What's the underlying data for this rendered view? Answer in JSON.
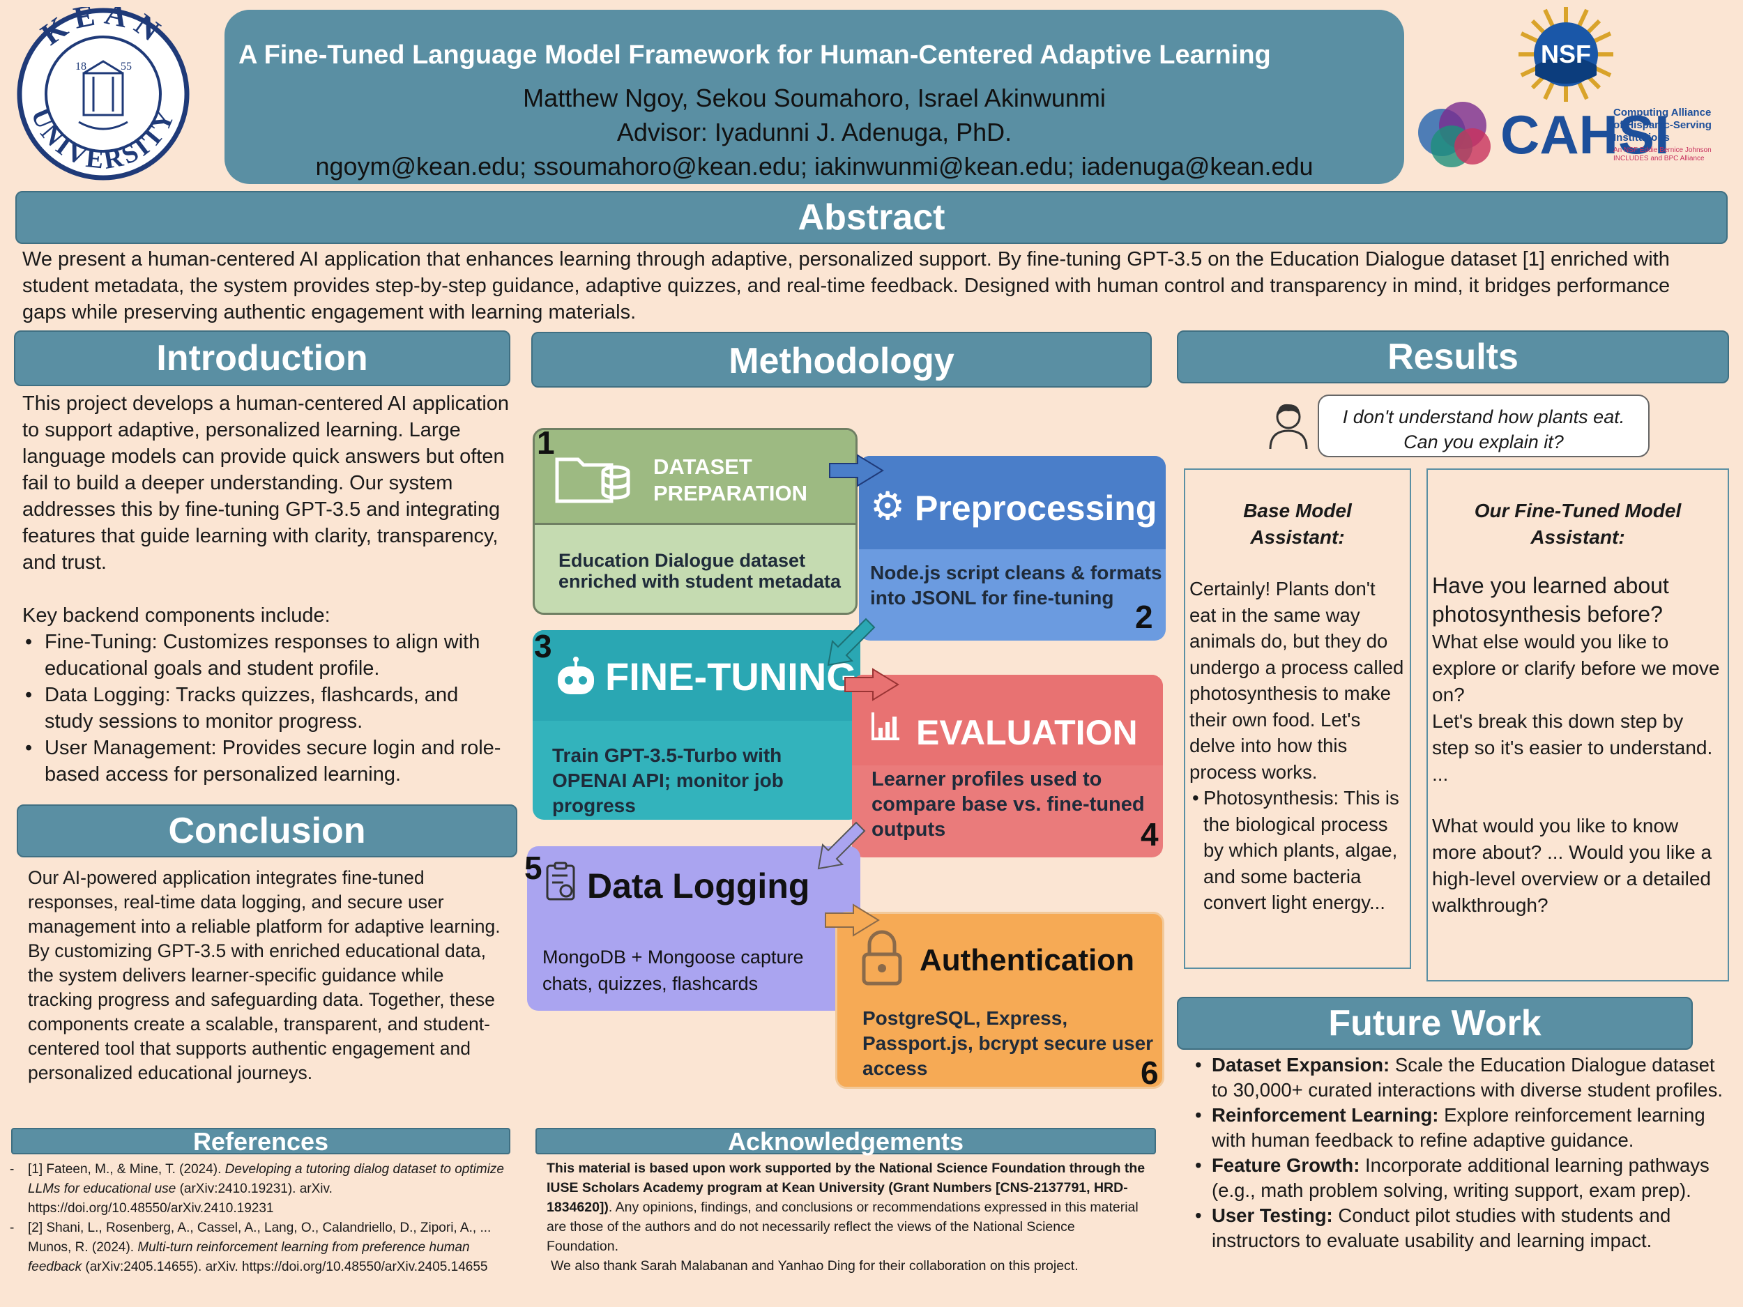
{
  "header": {
    "university": "KEAN UNIVERSITY",
    "founded": [
      "18",
      "55"
    ],
    "title": "A Fine-Tuned Language Model Framework for Human-Centered Adaptive Learning",
    "authors": "Matthew Ngoy, Sekou Soumahoro, Israel Akinwunmi",
    "advisor": "Advisor: Iyadunni J. Adenuga, PhD.",
    "emails": "ngoym@kean.edu; ssoumahoro@kean.edu; iakinwunmi@kean.edu; iadenuga@kean.edu",
    "nsf_logo": "NSF",
    "cahsi_logo": "CAHSI",
    "cahsi_line1": "Computing Alliance",
    "cahsi_line2": "of Hispanic-Serving",
    "cahsi_line3": "Institutions",
    "cahsi_line4": "An NSF Eddie Bernice Johnson",
    "cahsi_line5": "INCLUDES and BPC Alliance"
  },
  "abstract": {
    "heading": "Abstract",
    "text": "We present a human-centered AI application that enhances learning through adaptive, personalized support. By fine-tuning GPT-3.5 on the Education Dialogue dataset [1] enriched with student metadata, the system provides step-by-step guidance, adaptive quizzes, and real-time feedback. Designed with human control and transparency in mind, it bridges performance gaps while preserving authentic engagement with learning materials."
  },
  "introduction": {
    "heading": "Introduction",
    "p1": "This project develops a human-centered AI application to support adaptive, personalized learning. Large language models can provide quick answers but often fail to build a deeper understanding. Our system addresses this by fine-tuning GPT-3.5 and integrating features that guide learning with clarity, transparency, and trust.",
    "p2": "Key backend components include:",
    "bullets": [
      "Fine-Tuning: Customizes responses to align with educational goals and student profile.",
      "Data Logging: Tracks quizzes, flashcards, and study sessions to monitor progress.",
      "User Management: Provides secure login and role-based access for personalized learning."
    ]
  },
  "conclusion": {
    "heading": "Conclusion",
    "text": "Our AI-powered application integrates fine-tuned responses, real-time data logging, and secure user management into a reliable platform for adaptive learning. By customizing GPT-3.5 with enriched educational data, the system delivers learner-specific guidance while tracking progress and safeguarding data. Together, these components create a scalable, transparent, and student-centered tool that supports authentic engagement and personalized educational journeys."
  },
  "references": {
    "heading": "References",
    "items": [
      {
        "pre": "[1] Fateen, M., & Mine, T. (2024). ",
        "em": "Developing a tutoring dialog dataset to optimize LLMs for educational use",
        "post": " (arXiv:2410.19231). arXiv. https://doi.org/10.48550/arXiv.2410.19231"
      },
      {
        "pre": "[2] Shani, L., Rosenberg, A., Cassel, A., Lang, O., Calandriello, D., Zipori, A., ... Munos, R. (2024). ",
        "em": "Multi-turn reinforcement learning from preference human feedback",
        "post": " (arXiv:2405.14655). arXiv. https://doi.org/10.48550/arXiv.2405.14655"
      }
    ]
  },
  "methodology": {
    "heading": "Methodology",
    "steps": [
      {
        "num": "1",
        "title": "DATASET PREPARATION",
        "title1": "DATASET",
        "title2": "PREPARATION",
        "desc": "Education Dialogue dataset enriched with student metadata",
        "color": "#9dba82",
        "desc_bg": "#c5dbb1",
        "icon": "folder-database-icon"
      },
      {
        "num": "2",
        "title": "Preprocessing",
        "desc": "Node.js script cleans & formats into JSONL for fine-tuning",
        "color": "#4a7ec9",
        "desc_bg": "#6b9be0",
        "icon": "gear-icon"
      },
      {
        "num": "3",
        "title": "FINE-TUNING",
        "desc": "Train GPT-3.5-Turbo with OPENAI API; monitor job progress",
        "color": "#2aa7b3",
        "desc_bg": "#33b3bc",
        "icon": "robot-icon"
      },
      {
        "num": "4",
        "title": "EVALUATION",
        "desc": "Learner profiles used to compare base vs. fine-tuned outputs",
        "color": "#e87272",
        "desc_bg": "#ea7b7b",
        "icon": "chart-icon"
      },
      {
        "num": "5",
        "title": "Data Logging",
        "desc": "MongoDB + Mongoose capture chats, quizzes, flashcards",
        "color": "#a9a3ee",
        "desc_bg": "#aaa4f0",
        "icon": "clipboard-icon"
      },
      {
        "num": "6",
        "title": "Authentication",
        "desc": "PostgreSQL, Express, Passport.js, bcrypt secure user access",
        "color": "#f6aa55",
        "desc_bg": "#f6aa55",
        "icon": "lock-icon"
      }
    ]
  },
  "acknowledgements": {
    "heading": "Acknowledgements",
    "bold": "This material is based upon work supported by the National Science Foundation through the IUSE Scholars Academy program at Kean University (Grant Numbers [CNS-2137791, HRD-1834620])",
    "rest": ". Any opinions, findings, and conclusions or recommendations expressed in this material are those of the authors and do not necessarily reflect the views of the National Science Foundation.",
    "thanks": "We also thank Sarah Malabanan and Yanhao Ding for their collaboration on this project."
  },
  "results": {
    "heading": "Results",
    "question": "I don't understand how plants eat. Can you explain it?",
    "base_heading": "Base Model Assistant:",
    "base_text": "Certainly! Plants don't eat in the same way animals do, but they do undergo a process called photosynthesis to make their own food. Let's delve into how this process works.",
    "base_bullet_label": "Photosynthesis",
    "base_bullet_text": ": This is the biological process by which plants, algae, and some bacteria convert light energy...",
    "tuned_heading": "Our Fine-Tuned Model Assistant:",
    "tuned_q": "Have you learned about photosynthesis before?",
    "tuned_text": "What else would you like to explore or clarify before we move on?",
    "tuned_text2": "Let's break this down step by step so it's easier to understand.",
    "tuned_ellipsis": "...",
    "tuned_text3": "What would you like to know more about? ... Would you like a high-level overview or a detailed walkthrough?"
  },
  "future_work": {
    "heading": "Future Work",
    "items": [
      {
        "label": "Dataset Expansion:",
        "text": " Scale the Education Dialogue dataset to 30,000+ curated interactions with diverse student profiles."
      },
      {
        "label": "Reinforcement Learning:",
        "text": " Explore reinforcement learning with human feedback to refine adaptive guidance."
      },
      {
        "label": "Feature Growth:",
        "text": " Incorporate additional learning pathways (e.g., math problem solving, writing support, exam prep)."
      },
      {
        "label": "User Testing:",
        "text": " Conduct pilot studies with students and instructors to evaluate usability and learning impact."
      }
    ]
  }
}
